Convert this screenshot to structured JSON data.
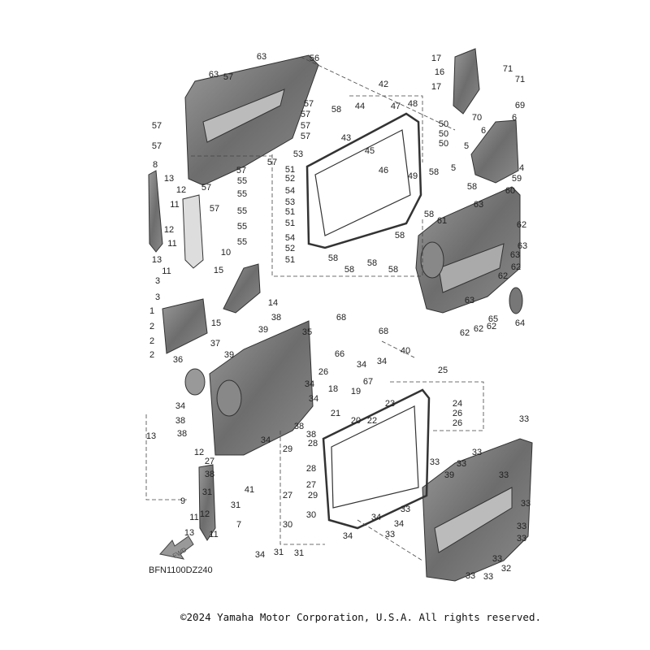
{
  "diagram": {
    "drawing_code": "BFN1100DZ240",
    "copyright": "©2024 Yamaha Motor Corporation, U.S.A. All rights reserved.",
    "direction_arrow": "FWD",
    "callouts": [
      "63",
      "56",
      "63",
      "57",
      "57",
      "57",
      "57",
      "57",
      "57",
      "57",
      "58",
      "44",
      "42",
      "47",
      "48",
      "50",
      "50",
      "50",
      "43",
      "45",
      "53",
      "57",
      "8",
      "13",
      "12",
      "11",
      "11",
      "12",
      "57",
      "57",
      "51",
      "52",
      "54",
      "53",
      "51",
      "51",
      "54",
      "52",
      "51",
      "55",
      "55",
      "55",
      "55",
      "55",
      "57",
      "46",
      "49",
      "58",
      "58",
      "58",
      "61",
      "58",
      "58",
      "58",
      "58",
      "58",
      "13",
      "11",
      "10",
      "17",
      "16",
      "17",
      "71",
      "71",
      "70",
      "69",
      "6",
      "6",
      "5",
      "5",
      "4",
      "59",
      "60",
      "63",
      "62",
      "63",
      "63",
      "62",
      "62",
      "63",
      "64",
      "65",
      "62",
      "62",
      "62",
      "3",
      "3",
      "15",
      "14",
      "1",
      "2",
      "2",
      "2",
      "15",
      "38",
      "39",
      "35",
      "68",
      "68",
      "37",
      "39",
      "36",
      "66",
      "40",
      "34",
      "34",
      "67",
      "25",
      "18",
      "19",
      "23",
      "21",
      "20",
      "22",
      "24",
      "26",
      "26",
      "26",
      "34",
      "34",
      "34",
      "38",
      "38",
      "38",
      "34",
      "38",
      "29",
      "28",
      "27",
      "29",
      "27",
      "28",
      "30",
      "30",
      "27",
      "38",
      "41",
      "31",
      "31",
      "12",
      "12",
      "13",
      "9",
      "11",
      "13",
      "11",
      "7",
      "34",
      "31",
      "31",
      "34",
      "34",
      "34",
      "33",
      "33",
      "33",
      "39",
      "33",
      "33",
      "33",
      "33",
      "33",
      "33",
      "33",
      "32",
      "33",
      "33",
      "33",
      "39"
    ]
  }
}
